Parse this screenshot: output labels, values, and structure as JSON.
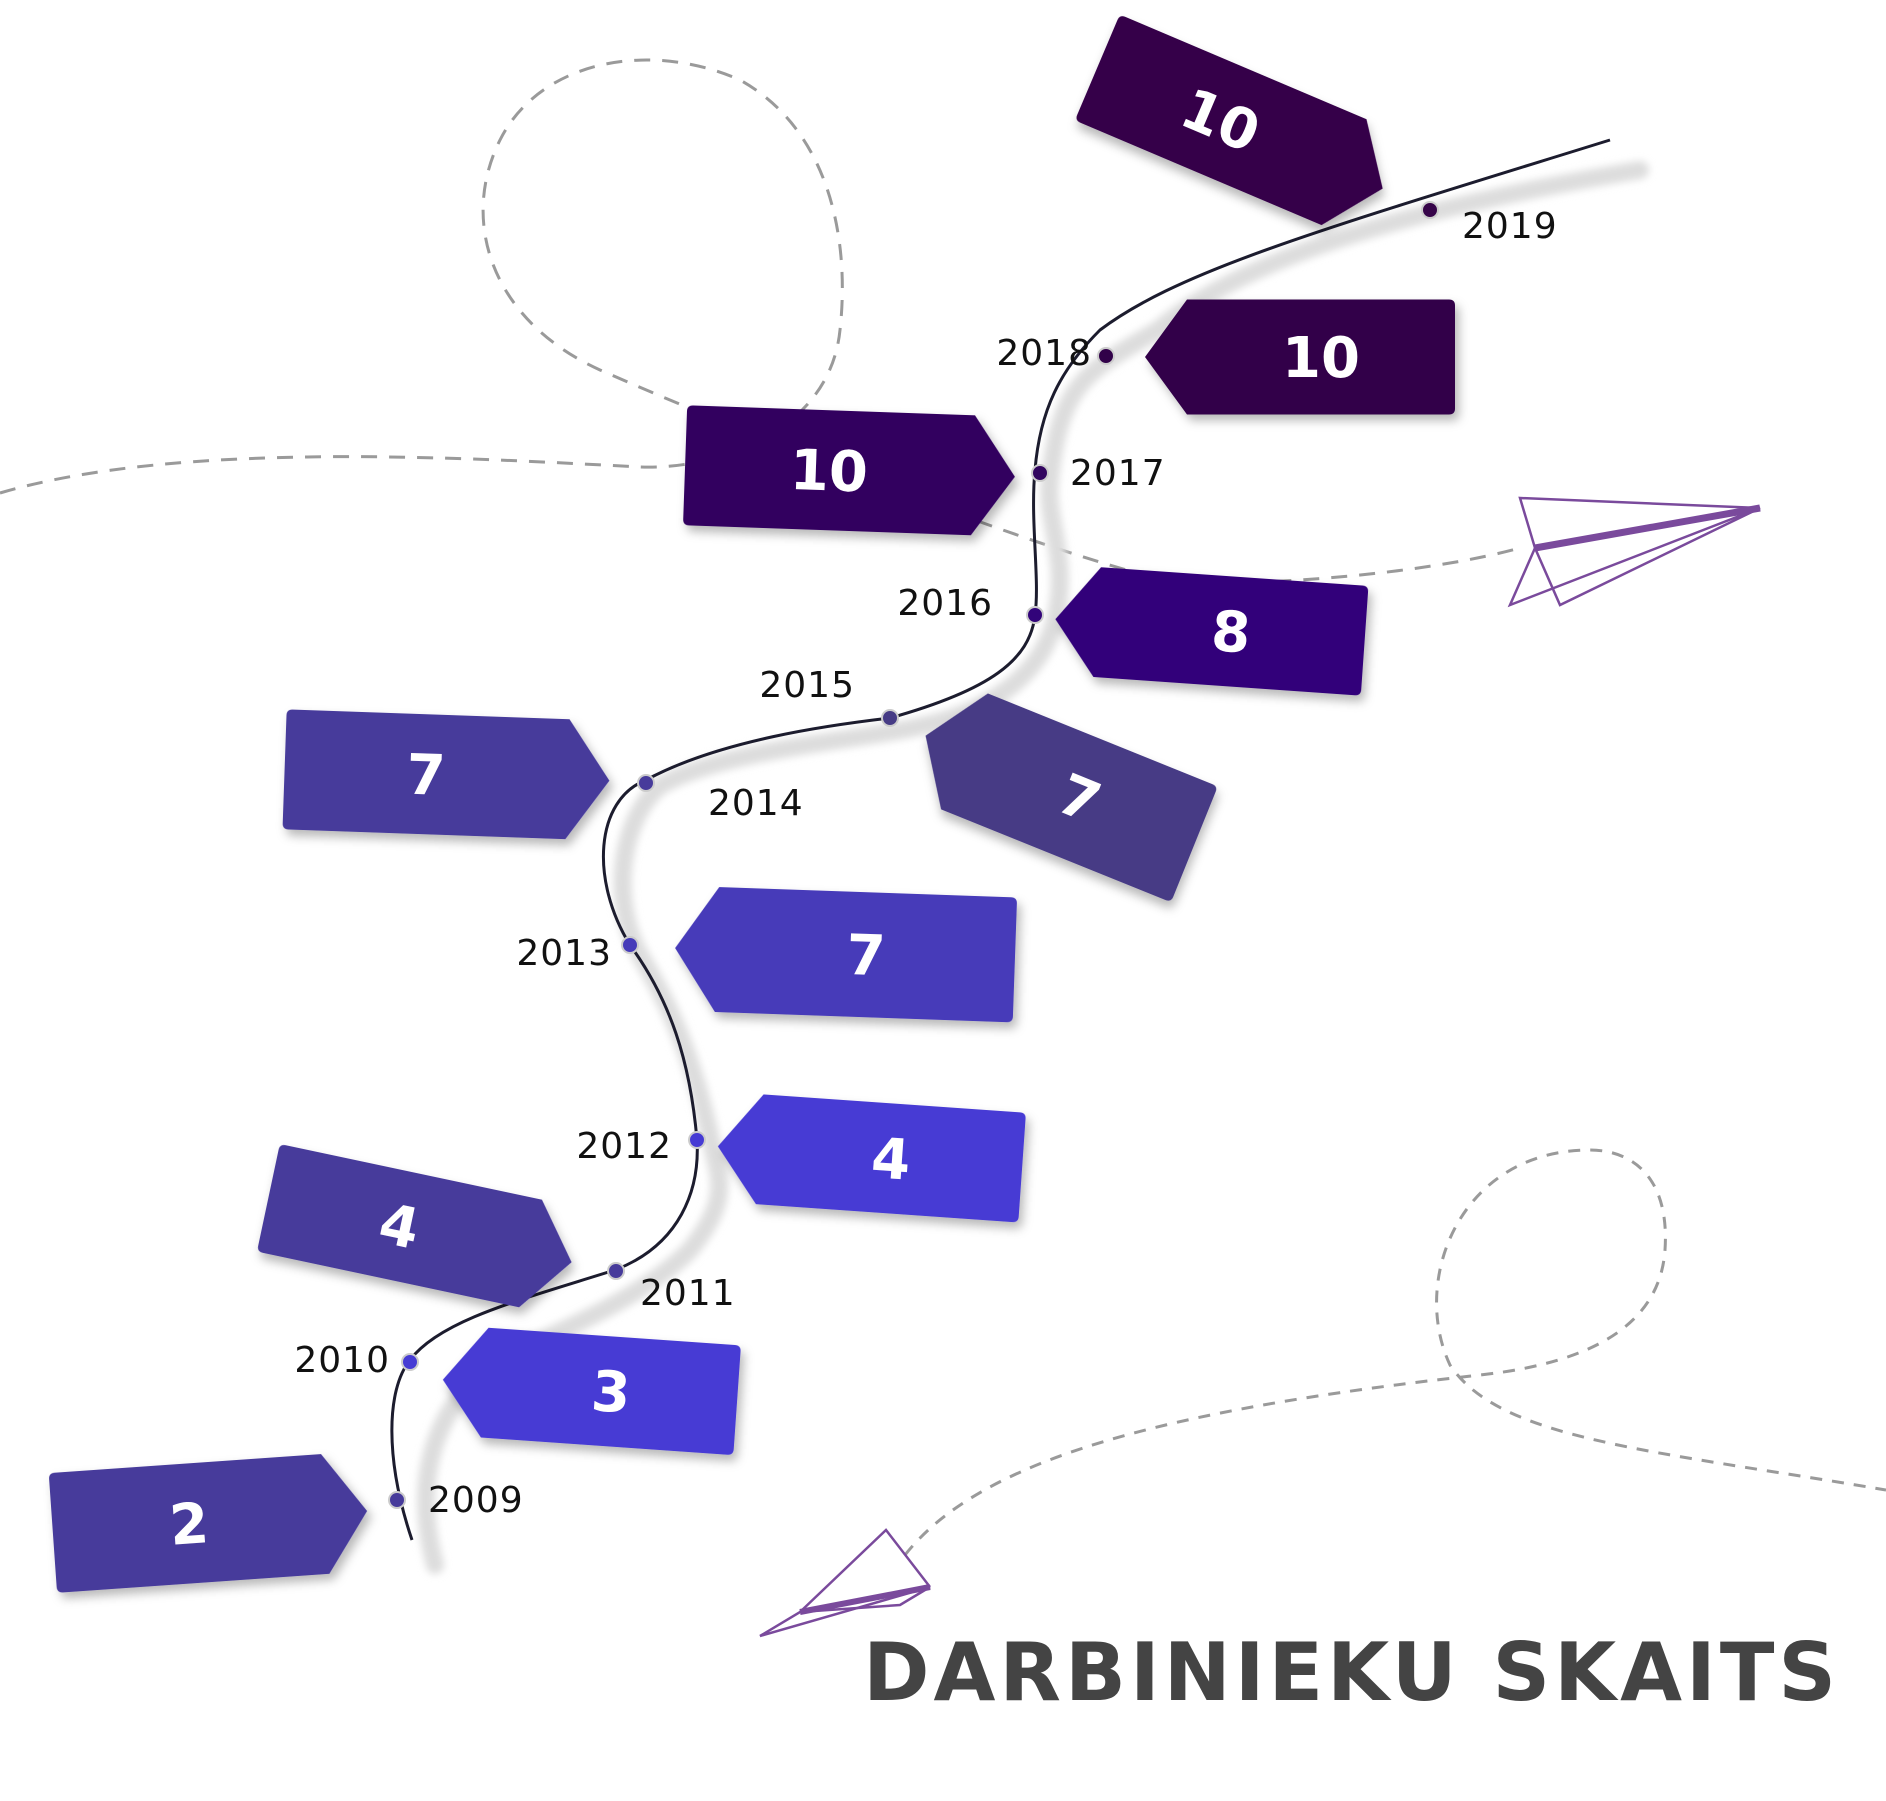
{
  "chart_data": {
    "type": "timeline",
    "title": "DARBINIEKU SKAITS",
    "categories": [
      "2009",
      "2010",
      "2011",
      "2012",
      "2013",
      "2014",
      "2015",
      "2016",
      "2017",
      "2018",
      "2019"
    ],
    "values": [
      2,
      3,
      4,
      4,
      7,
      7,
      7,
      8,
      10,
      10,
      10
    ],
    "colors": [
      "#473b9b",
      "#463bd4",
      "#473b9b",
      "#463bd4",
      "#463bb9",
      "#473b9b",
      "#463b85",
      "#32047a",
      "#32055f",
      "#310149",
      "#360449"
    ]
  }
}
